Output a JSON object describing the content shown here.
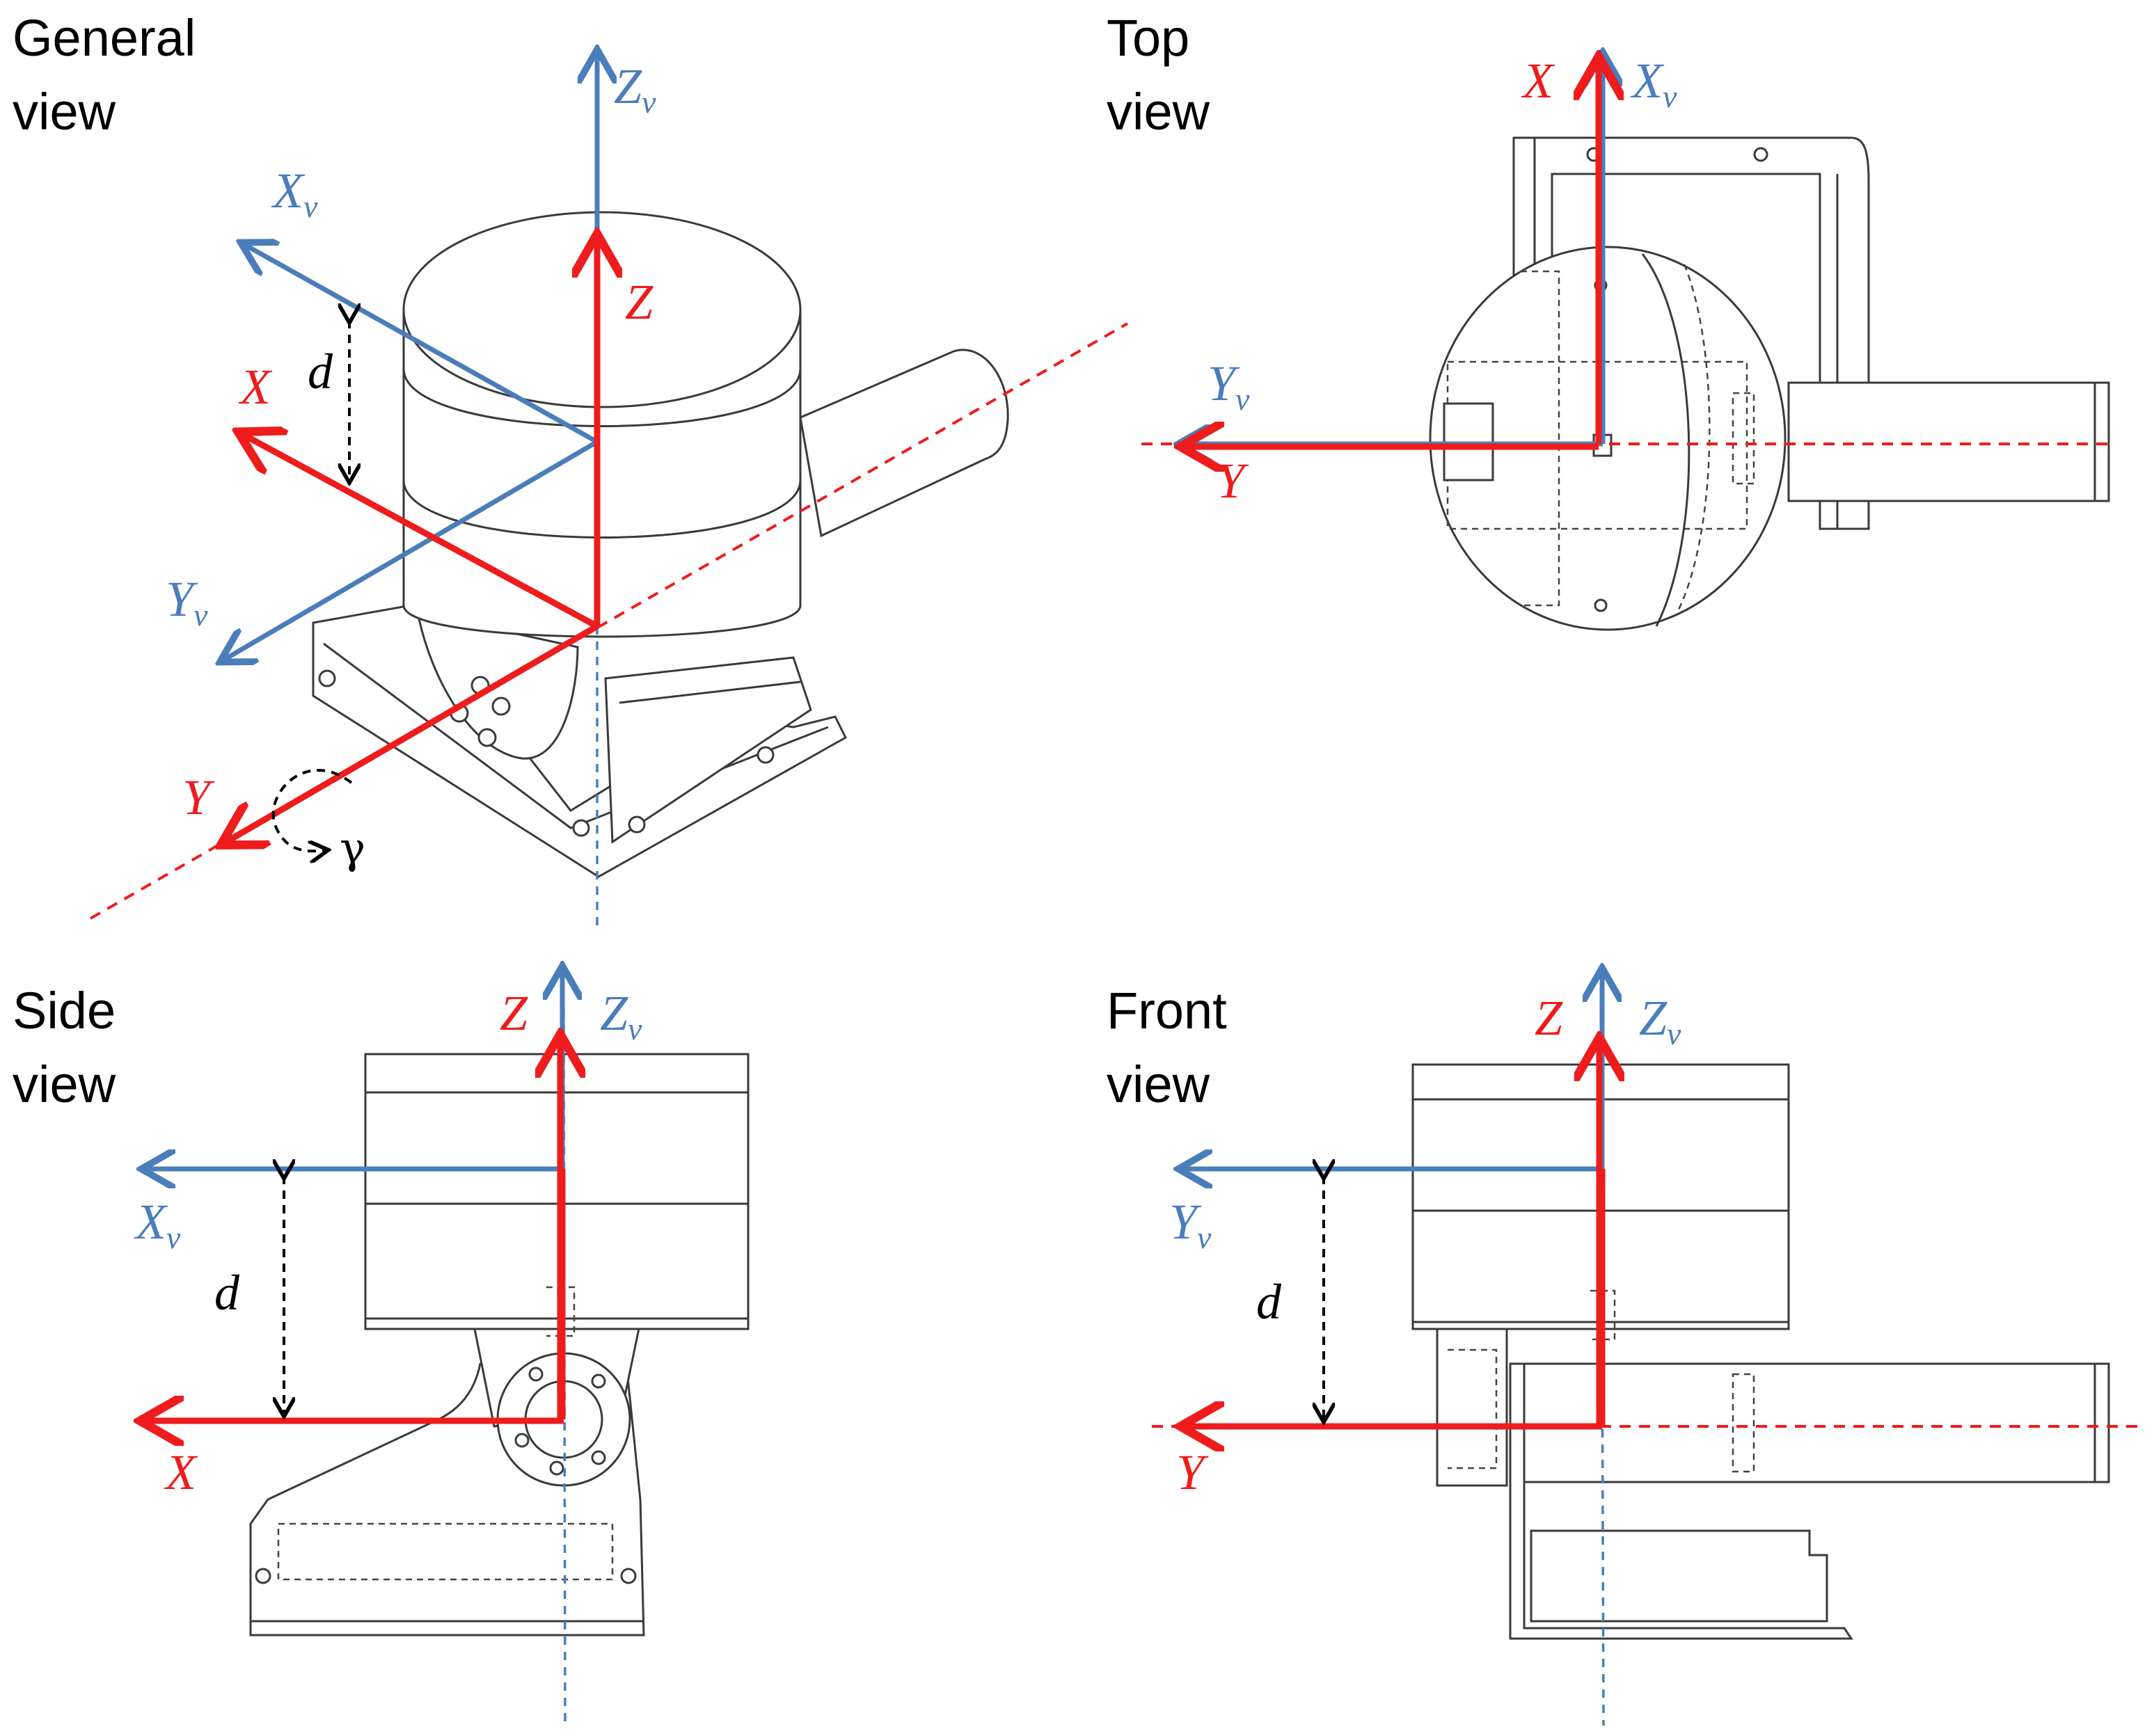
{
  "views": {
    "general": {
      "title_line1": "General",
      "title_line2": "view"
    },
    "top": {
      "title_line1": "Top",
      "title_line2": "view"
    },
    "side": {
      "title_line1": "Side",
      "title_line2": "view"
    },
    "front": {
      "title_line1": "Front",
      "title_line2": "view"
    }
  },
  "axes": {
    "x": "X",
    "y": "Y",
    "z": "Z",
    "vehicle_subscript": "v"
  },
  "dimension_label": "d",
  "rotation_label": "γ",
  "colors": {
    "sensor_frame": "#ee1c1c",
    "vehicle_frame": "#4a7ebb",
    "drawing": "#3a3a3a"
  }
}
